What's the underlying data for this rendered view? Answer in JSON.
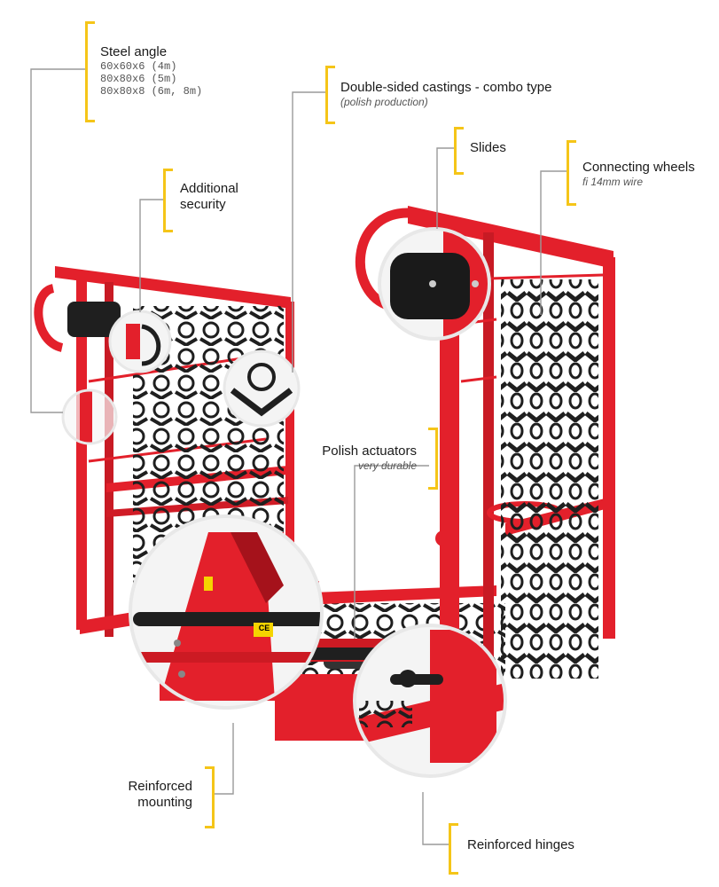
{
  "colors": {
    "frame": "#e3202b",
    "frame_dark": "#a5121b",
    "chain": "#1f1f1f",
    "bracket": "#f5c518",
    "leader": "#9a9a9a"
  },
  "labels": {
    "steel_angle": {
      "title": "Steel angle",
      "specs": [
        "60x60x6 (4m)",
        "80x80x6 (5m)",
        "80x80x8 (6m, 8m)"
      ]
    },
    "castings": {
      "title": "Double-sided castings - combo type",
      "note": "(polish production)"
    },
    "slides": {
      "title": "Slides"
    },
    "wheels": {
      "title": "Connecting wheels",
      "note": "fi 14mm wire"
    },
    "security": {
      "title_line1": "Additional",
      "title_line2": "security"
    },
    "actuators": {
      "title": "Polish actuators",
      "note": "very durable"
    },
    "mounting": {
      "title_line1": "Reinforced",
      "title_line2": "mounting"
    },
    "hinges": {
      "title": "Reinforced hinges"
    }
  },
  "badges": {
    "ce": "CE"
  }
}
